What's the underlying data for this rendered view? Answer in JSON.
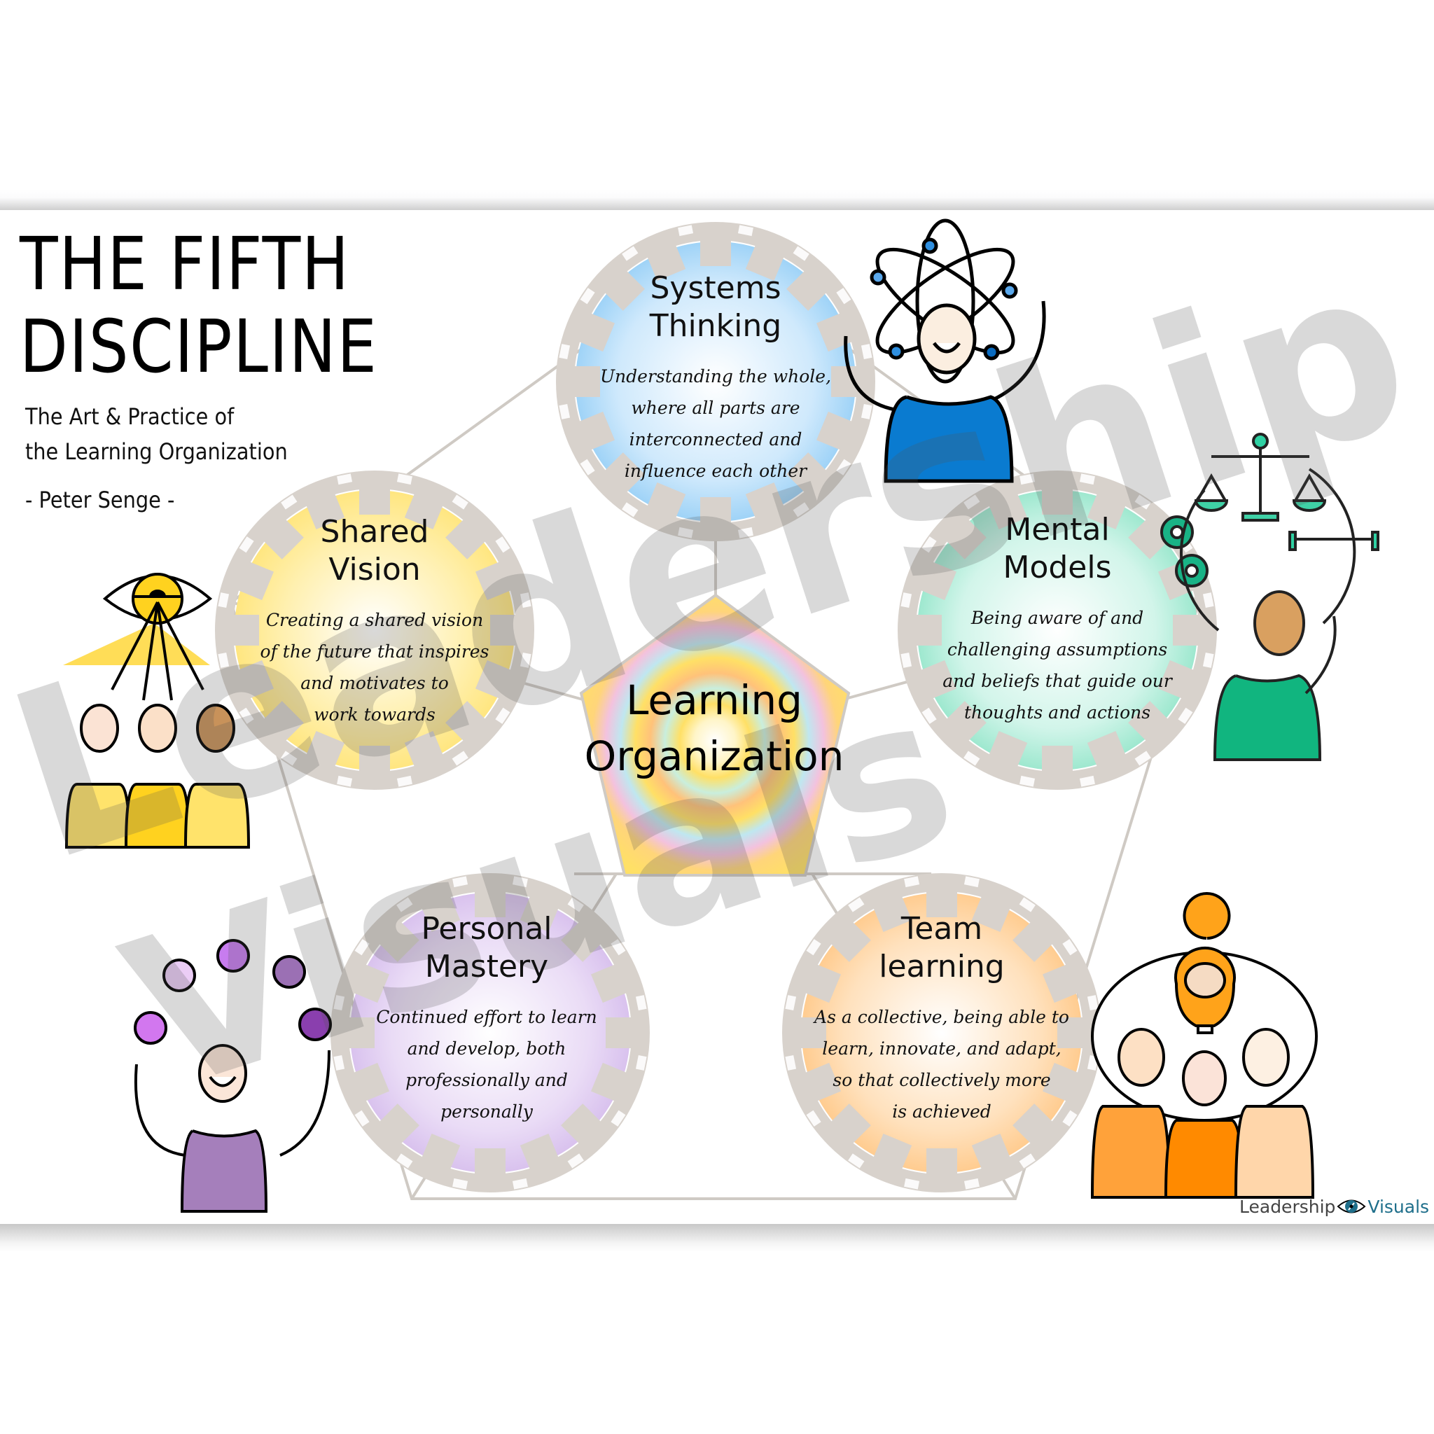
{
  "poster": {
    "title_line1": "THE FIFTH",
    "title_line2": "DISCIPLINE",
    "subtitle_line1": "The Art & Practice of",
    "subtitle_line2": "the Learning Organization",
    "author": "- Peter Senge -"
  },
  "center": {
    "label": "Learning\nOrganization"
  },
  "disciplines": [
    {
      "id": "systems-thinking",
      "title": "Systems\nThinking",
      "description": "Understanding the whole,\nwhere all parts are\ninterconnected and\ninfluence each other",
      "color": "#9fd3f7",
      "illustration": "atom-head-person-icon"
    },
    {
      "id": "mental-models",
      "title": "Mental\nModels",
      "description": "Being aware of and\nchallenging assumptions\nand beliefs that guide our\nthoughts and actions",
      "color": "#9ee8cf",
      "illustration": "scales-gears-thumbs-person-icon"
    },
    {
      "id": "team-learning",
      "title": "Team\nlearning",
      "description": "As a collective, being able to\nlearn, innovate, and adapt,\nso that collectively more\nis achieved",
      "color": "#ffcc90",
      "illustration": "team-lightbulb-brain-icon"
    },
    {
      "id": "personal-mastery",
      "title": "Personal\nMastery",
      "description": "Continued effort to learn\nand develop, both\nprofessionally and\npersonally",
      "color": "#d9c2ee",
      "illustration": "juggling-person-icon"
    },
    {
      "id": "shared-vision",
      "title": "Shared\nVision",
      "description": "Creating a shared vision\nof the future that inspires\nand motivates to\nwork towards",
      "color": "#ffe680",
      "illustration": "eye-rays-group-icon"
    }
  ],
  "watermark": {
    "line1": "Leadership",
    "line2": "Visuals"
  },
  "logo": {
    "part1": "Leadership",
    "part2": "Visuals"
  },
  "colors": {
    "gear_ring": "#d8d2cc",
    "outline": "#cfcac4",
    "systems_body": "#0a7bd0",
    "mental_body": "#11b57f",
    "vision_body": "#ffd21f",
    "mastery_body": "#a57fbb",
    "team_body": "#ff8a00",
    "logo_dark": "#444444",
    "logo_teal": "#1f6f8b"
  }
}
